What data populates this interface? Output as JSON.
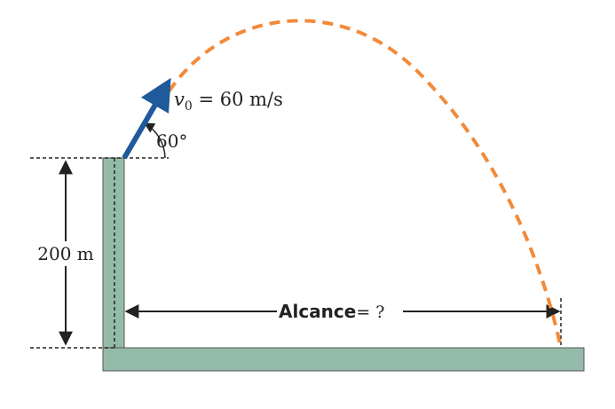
{
  "diagram": {
    "velocity_label": {
      "symbol": "v",
      "subscript": "0",
      "rest": " = 60 m/s"
    },
    "angle_label": "60°",
    "height_label": "200 m",
    "range_label": {
      "word": "Alcance",
      "rest": "= ?"
    },
    "colors": {
      "structure": "#94bba9",
      "trajectory": "#f28a3a",
      "velocity_arrow": "#1f5a9a",
      "lines": "#222222"
    }
  }
}
